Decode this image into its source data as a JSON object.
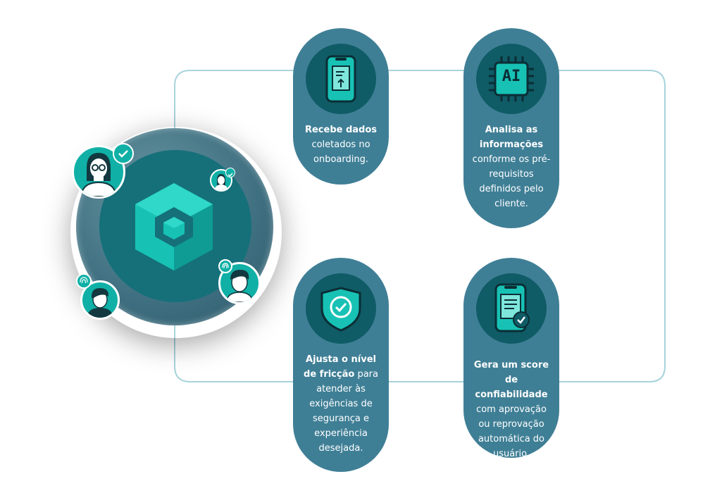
{
  "steps": [
    {
      "bold": "Recebe dados",
      "rest": "coletados no onboarding.",
      "icon": "document-upload-phone-icon"
    },
    {
      "bold": "Analisa as informações",
      "rest": "conforme os pré-requisitos definidos pelo cliente.",
      "icon": "ai-chip-icon",
      "chip_text": "AI"
    },
    {
      "bold": "Gera um score de confiabilidade",
      "rest": "com aprovação ou reprovação automática do usuário.",
      "icon": "approved-document-phone-icon"
    },
    {
      "bold": "Ajusta o nível de fricção",
      "rest": "para atender às exigências de segurança e experiência desejada.",
      "icon": "shield-check-icon"
    }
  ],
  "colors": {
    "pill": "#3f7f96",
    "pill_circle": "#0f5b66",
    "accent": "#10b0a6",
    "line": "#a8d3dc"
  }
}
